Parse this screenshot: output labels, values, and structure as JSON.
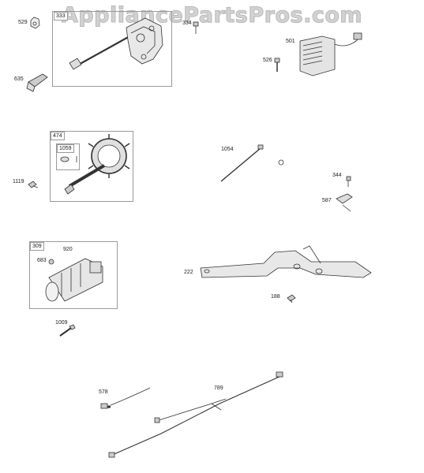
{
  "watermark": "AppliancePartsPros.com",
  "parts": {
    "p529": "529",
    "p333": "333",
    "p334": "334",
    "p635": "635",
    "p501": "501",
    "p526": "526",
    "p474": "474",
    "p1059": "1059",
    "p1119": "1119",
    "p1054": "1054",
    "p344": "344",
    "p587": "587",
    "p309": "309",
    "p920": "920",
    "p683": "683",
    "p222": "222",
    "p188": "188",
    "p1009": "1009",
    "p578": "578",
    "p789": "789"
  }
}
